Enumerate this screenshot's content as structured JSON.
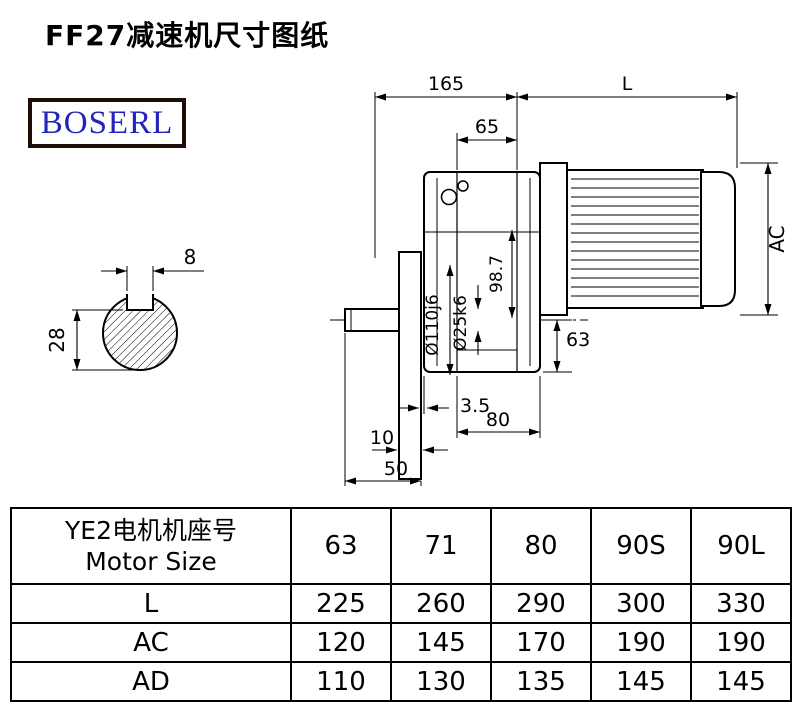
{
  "page": {
    "title": "FF27减速机尺寸图纸",
    "brand": "BOSERL"
  },
  "drawing": {
    "labels": {
      "top_width": "165",
      "motor_length": "L",
      "inner_width": "65",
      "motor_height": "AC",
      "key_width": "8",
      "key_height": "28",
      "flange_dia": "Ø110j6",
      "shaft_dia": "Ø25k6",
      "center_height": "98.7",
      "axis_to_base": "63",
      "gap": "3.5",
      "base_width": "80",
      "flange_thickness": "10",
      "shaft_length": "50"
    }
  },
  "table": {
    "header": {
      "line1": "YE2电机机座号",
      "line2": "Motor Size"
    },
    "sizes": [
      "63",
      "71",
      "80",
      "90S",
      "90L"
    ],
    "rows": [
      {
        "label": "L",
        "values": [
          "225",
          "260",
          "290",
          "300",
          "330"
        ]
      },
      {
        "label": "AC",
        "values": [
          "120",
          "145",
          "170",
          "190",
          "190"
        ]
      },
      {
        "label": "AD",
        "values": [
          "110",
          "130",
          "135",
          "145",
          "145"
        ]
      }
    ]
  }
}
